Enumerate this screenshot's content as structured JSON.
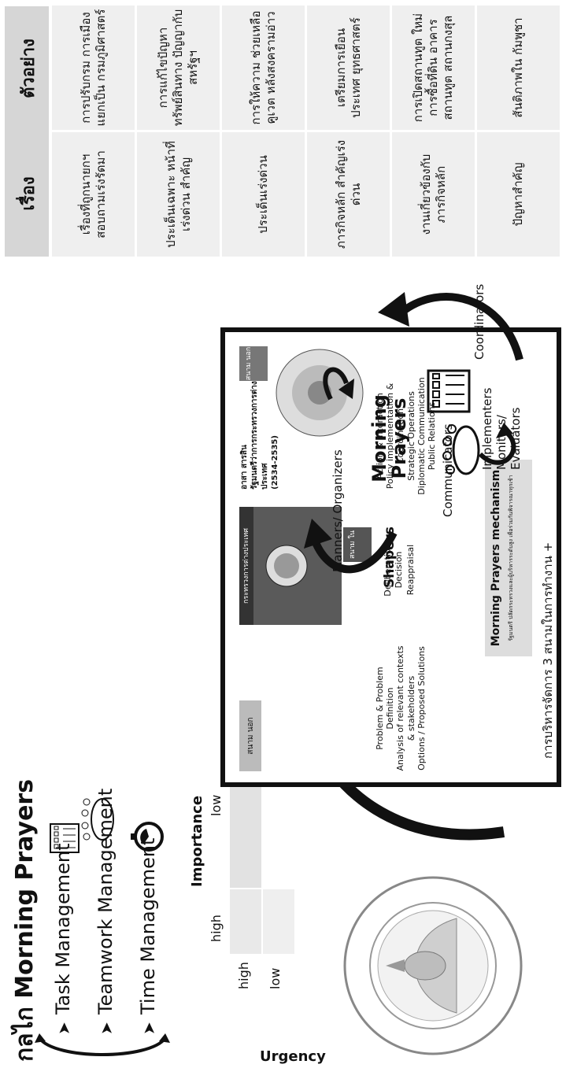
{
  "left_panel": {
    "title": "กลไก Morning Prayers",
    "items": [
      "Task Management",
      "Teamwork Management",
      "Time Management"
    ],
    "axis_x_label": "Importance",
    "axis_y_label": "Urgency",
    "x_ticks": [
      "high",
      "low"
    ],
    "y_ticks": [
      "high",
      "low"
    ]
  },
  "mechanism_slide": {
    "ministry_banner": "กระทรวงการต่างประเทศ",
    "field_inside": "สนาม ใน",
    "field_outside_left": "สนาม นอก",
    "field_outside_right": "สนาม นอก",
    "minister_name": "อาสา สารสิน",
    "minister_role": "รัฐมนตรีว่าการกระทรวงการต่างประเทศ",
    "minister_years": "(2534-2535)",
    "box_left": [
      "Problem & Problem Definition",
      "Analysis of relevant contexts & stakeholders",
      "Options / Proposed Solutions"
    ],
    "box_mid": [
      "Deliberation",
      "Decision",
      "Reappraisal"
    ],
    "box_right": [
      "Action & Interaction",
      "Policy implementation & Coordination",
      "Strategic Operations",
      "Diplomatic Communication",
      "Public Relations"
    ],
    "mechanism_title": "Morning Prayers mechanism",
    "mechanism_note": "รัฐมนตรี ปลัดกระทรวงและผู้บริหารระดับสูง เพื่อร่วมกันพิจารณาทุกเช้า",
    "caption": "การบริหารจัดการ 3 สนามในการทำงาน +"
  },
  "cycle": {
    "center": "Morning Prayers",
    "roles": [
      "Planners/ Organizers",
      "Coordinators",
      "Implementers Monitors/ Evaluators",
      "Communicators",
      "Shapers"
    ]
  },
  "table": {
    "headers": [
      "เรื่อง",
      "ตัวอย่าง"
    ],
    "rows": [
      [
        "เรื่องที่ถูกนายกฯ สอบถามเร่งรัดมา",
        "การปรับกรม การเมืองแยกเป็น กรมภูมิศาสตร์"
      ],
      [
        "ประเด็นเฉพาะ หน้าที่เร่งด่วน สำคัญ",
        "การแก้ไขปัญหา ทรัพย์สินทาง ปัญญากับสหรัฐฯ"
      ],
      [
        "ประเด็นเร่งด่วน",
        "การให้ความ ช่วยเหลือคูเวต หลังสงครามอ่าว"
      ],
      [
        "ภารกิจหลัก สำคัญเร่งด่วน",
        "เตรียมการเยือน ประเทศ ยุทธศาสตร์"
      ],
      [
        "งานเกี่ยวข้องกับ ภารกิจหลัก",
        "การเปิดสถานทูต ใหม่ การซื้อที่ดิน อาคารสถานทูต สถานกงสุล"
      ],
      [
        "ปัญหาสำคัญ",
        "สันติภาพใน กัมพูชา"
      ]
    ]
  }
}
